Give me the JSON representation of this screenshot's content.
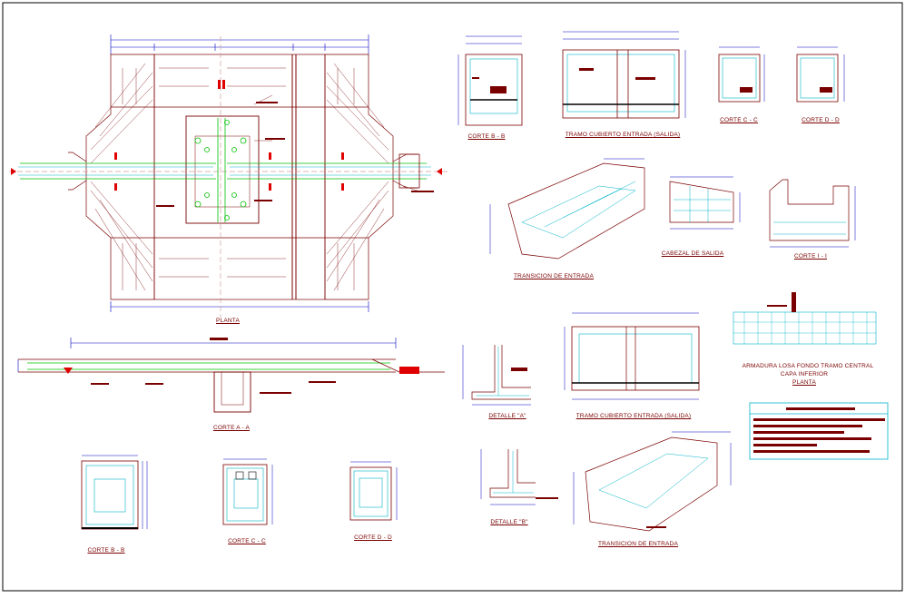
{
  "colors": {
    "structure": "#7a0000",
    "dimension": "#0000c0",
    "reinforcement": "#00b4c8",
    "pipe": "#00c000",
    "axis": "#d0a0a0",
    "marker": "#e00000",
    "frame": "#000000"
  },
  "labels": {
    "planta": "PLANTA",
    "corte_aa": "CORTE A - A",
    "corte_bb_main": "CORTE B - B",
    "corte_cc_main": "CORTE C - C",
    "corte_dd_main": "CORTE D - D",
    "corte_bb_top": "CORTE B - B",
    "tramo_cubierto_top": "TRAMO CUBIERTO ENTRADA (SALIDA)",
    "corte_cc_top": "CORTE C - C",
    "corte_dd_top": "CORTE D - D",
    "transicion_entrada_top": "TRANSICION DE ENTRADA",
    "cabezal_salida": "CABEZAL DE SALIDA",
    "corte_ii": "CORTE I - I",
    "detalle_a": "DETALLE \"A\"",
    "tramo_cubierto_mid": "TRAMO CUBIERTO ENTRADA (SALIDA)",
    "armadura_line1": "ARMADURA LOSA FONDO TRAMO CENTRAL",
    "armadura_line2": "CAPA INFERIOR",
    "armadura_line3": "PLANTA",
    "detalle_b": "DETALLE \"B\"",
    "transicion_entrada_bottom": "TRANSICION DE ENTRADA"
  }
}
